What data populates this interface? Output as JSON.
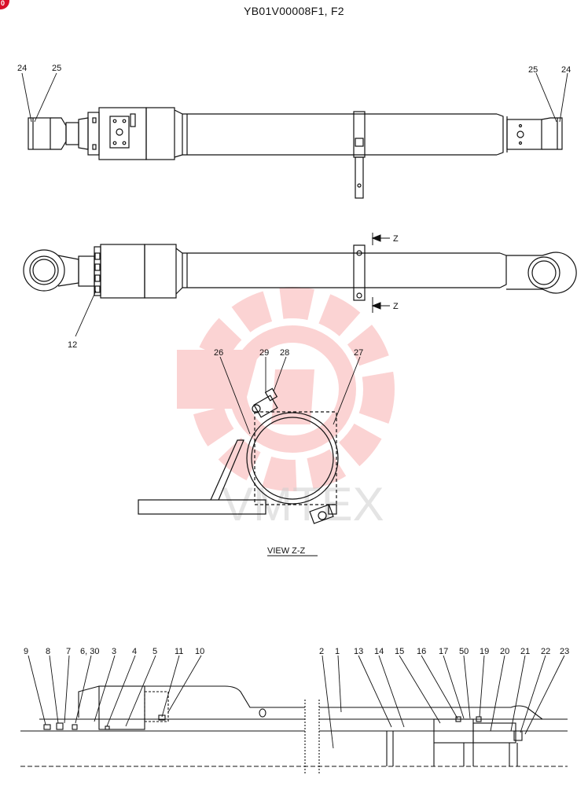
{
  "drawing": {
    "code": "YB01V00008F1, F2",
    "view_label": "VIEW  Z-Z",
    "section_marker": "Z",
    "watermark_text": "VMTEX",
    "colors": {
      "line": "#111111",
      "watermark": "#f03a3a"
    }
  },
  "callouts": {
    "top": [
      {
        "id": "top-24-left",
        "text": "24"
      },
      {
        "id": "top-25-left",
        "text": "25"
      },
      {
        "id": "top-25-right",
        "text": "25"
      },
      {
        "id": "top-24-right",
        "text": "24"
      }
    ],
    "middle": [
      {
        "id": "mid-12",
        "text": "12"
      }
    ],
    "view": [
      {
        "id": "v-26",
        "text": "26"
      },
      {
        "id": "v-29",
        "text": "29"
      },
      {
        "id": "v-28",
        "text": "28"
      },
      {
        "id": "v-27",
        "text": "27"
      }
    ],
    "section": [
      {
        "id": "s-9",
        "text": "9"
      },
      {
        "id": "s-8",
        "text": "8"
      },
      {
        "id": "s-7",
        "text": "7"
      },
      {
        "id": "s-6-30",
        "text": "6, 30"
      },
      {
        "id": "s-3",
        "text": "3"
      },
      {
        "id": "s-4",
        "text": "4"
      },
      {
        "id": "s-5",
        "text": "5"
      },
      {
        "id": "s-11",
        "text": "11"
      },
      {
        "id": "s-10",
        "text": "10"
      },
      {
        "id": "s-2",
        "text": "2"
      },
      {
        "id": "s-1",
        "text": "1"
      },
      {
        "id": "s-13",
        "text": "13"
      },
      {
        "id": "s-14",
        "text": "14"
      },
      {
        "id": "s-15",
        "text": "15"
      },
      {
        "id": "s-16",
        "text": "16"
      },
      {
        "id": "s-17",
        "text": "17"
      },
      {
        "id": "s-50",
        "text": "50"
      },
      {
        "id": "s-19",
        "text": "19"
      },
      {
        "id": "s-20",
        "text": "20"
      },
      {
        "id": "s-21",
        "text": "21"
      },
      {
        "id": "s-22",
        "text": "22"
      },
      {
        "id": "s-23",
        "text": "23"
      }
    ]
  }
}
